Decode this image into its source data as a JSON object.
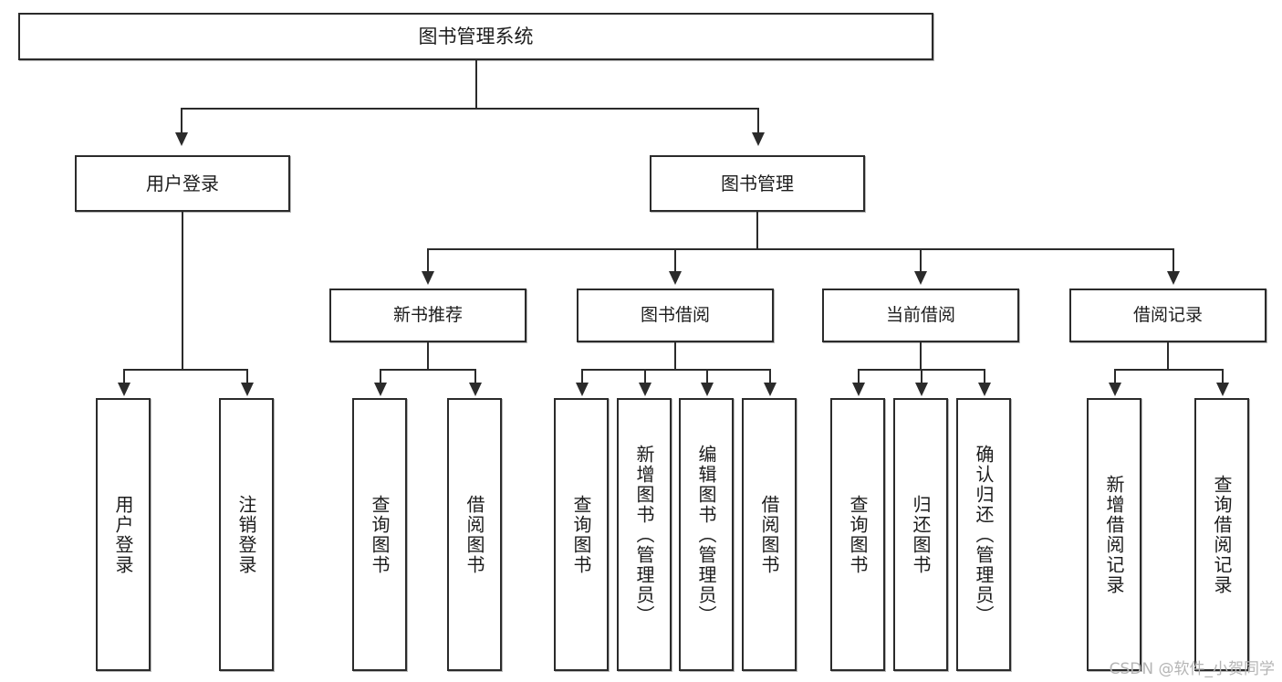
{
  "diagram": {
    "type": "tree-hierarchy",
    "title": "图书管理系统",
    "watermark": "CSDN @软件_小贺同学",
    "colors": {
      "box_border": "#2b2b2b",
      "box_fill": "#ffffff",
      "connector": "#2b2b2b",
      "text": "#1c1c1c",
      "watermark": "#b5b5b5",
      "background": "#ffffff"
    },
    "levels": {
      "root": {
        "label": "图书管理系统"
      },
      "level2": [
        {
          "label": "用户登录"
        },
        {
          "label": "图书管理"
        }
      ],
      "level3": [
        {
          "label": "新书推荐"
        },
        {
          "label": "图书借阅"
        },
        {
          "label": "当前借阅"
        },
        {
          "label": "借阅记录"
        }
      ],
      "leaves": {
        "user_login": [
          {
            "label": "用户登录"
          },
          {
            "label": "注销登录"
          }
        ],
        "new_book_recommend": [
          {
            "label": "查询图书"
          },
          {
            "label": "借阅图书"
          }
        ],
        "book_borrow": [
          {
            "label": "查询图书"
          },
          {
            "label": "新增图书（管理员）"
          },
          {
            "label": "编辑图书（管理员）"
          },
          {
            "label": "借阅图书"
          }
        ],
        "current_borrow": [
          {
            "label": "查询图书"
          },
          {
            "label": "归还图书"
          },
          {
            "label": "确认归还（管理员）"
          }
        ],
        "borrow_record": [
          {
            "label": "新增借阅记录"
          },
          {
            "label": "查询借阅记录"
          }
        ]
      }
    }
  }
}
